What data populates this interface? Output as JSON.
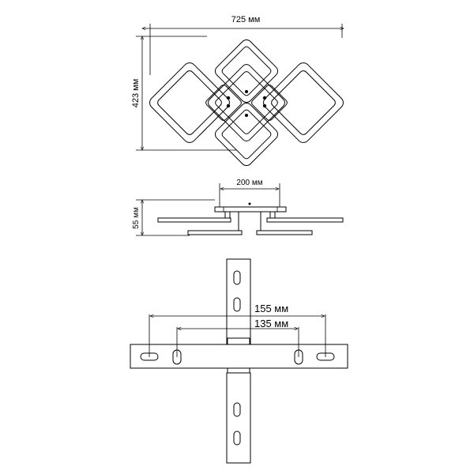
{
  "top_view": {
    "width_label": "725 мм",
    "height_label": "423 мм"
  },
  "side_view": {
    "mount_width_label": "200 мм",
    "height_label": "55 мм"
  },
  "bracket_view": {
    "outer_spacing_label": "155 мм",
    "inner_spacing_label": "135 мм"
  },
  "colors": {
    "line": "#000000",
    "background": "#ffffff"
  }
}
